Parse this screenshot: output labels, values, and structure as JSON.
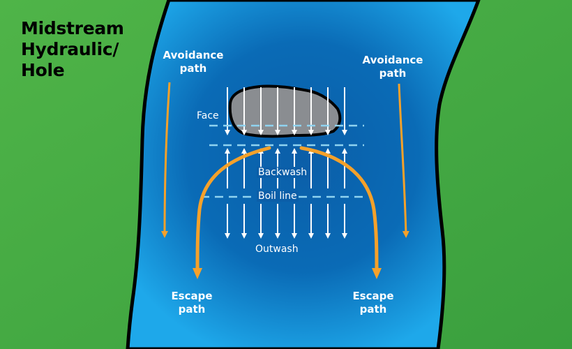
{
  "title": "Midstream\nHydraulic/\nHole",
  "labels": {
    "avoidance_left": "Avoidance\npath",
    "avoidance_right": "Avoidance\npath",
    "escape_left": "Escape\npath",
    "escape_right": "Escape\npath",
    "face": "Face",
    "backwash": "Backwash",
    "boil_line": "Boil line",
    "outwash": "Outwash"
  },
  "colors": {
    "bank_green": "#3fa844",
    "river_blue": "#0a66b0",
    "river_light": "#1aa3e6",
    "path_orange": "#f5a12a",
    "dashed_line": "#8fd3f0",
    "rock": "#8a8d91"
  }
}
